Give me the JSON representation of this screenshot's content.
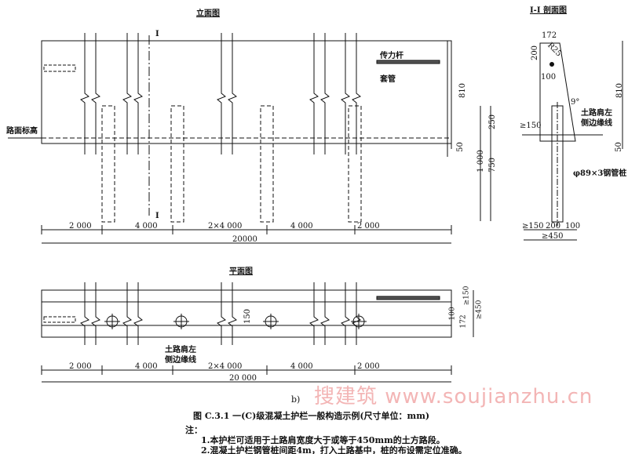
{
  "titles": {
    "elevation": "立面图",
    "section": "I-I 剖面图",
    "plan": "平面图",
    "section_mark_top": "I",
    "section_mark_bottom": "I"
  },
  "labels": {
    "transfer_bar": "传力杆",
    "sleeve": "套管",
    "road_level": "路面标高",
    "shoulder_edge_l1": "土路肩左",
    "shoulder_edge_l2": "侧边缘线",
    "pile": "φ89×3钢管桩"
  },
  "elevation_dims": {
    "segments": [
      "2 000",
      "4 000",
      "2×4 000",
      "4 000",
      "2 000"
    ],
    "total": "20000",
    "h810": "810",
    "h50": "50"
  },
  "section_dims": {
    "top": "172",
    "d200": "200",
    "r": "R25",
    "d100": "100",
    "angle": "9°",
    "h1000": "1 000",
    "h250": "250",
    "h750": "750",
    "ge150": "≥150",
    "b150": "≥150",
    "b200": "200",
    "b100": "100",
    "b450": "≥450",
    "h810": "810",
    "h50": "50"
  },
  "plan_dims": {
    "segments": [
      "2 000",
      "4 000",
      "2×4 000",
      "4 000",
      "2 000"
    ],
    "total": "20 000",
    "mid150": "150",
    "r150": "≥150",
    "r100": "100",
    "r172": "172",
    "r450": "≥450"
  },
  "caption": {
    "sub": "b)",
    "title": "图 C.3.1 一(C)级混凝土护栏一般构造示例(尺寸单位：mm)",
    "note_head": "注：",
    "notes": [
      "1.本护栏可适用于土路肩宽度大于或等于450mm的土方路段。",
      "2.混凝土护栏钢管桩间距4m，打入土路基中，桩的布设需定位准确。"
    ]
  },
  "watermark": "搜建筑 www.soujianzhu.cn"
}
